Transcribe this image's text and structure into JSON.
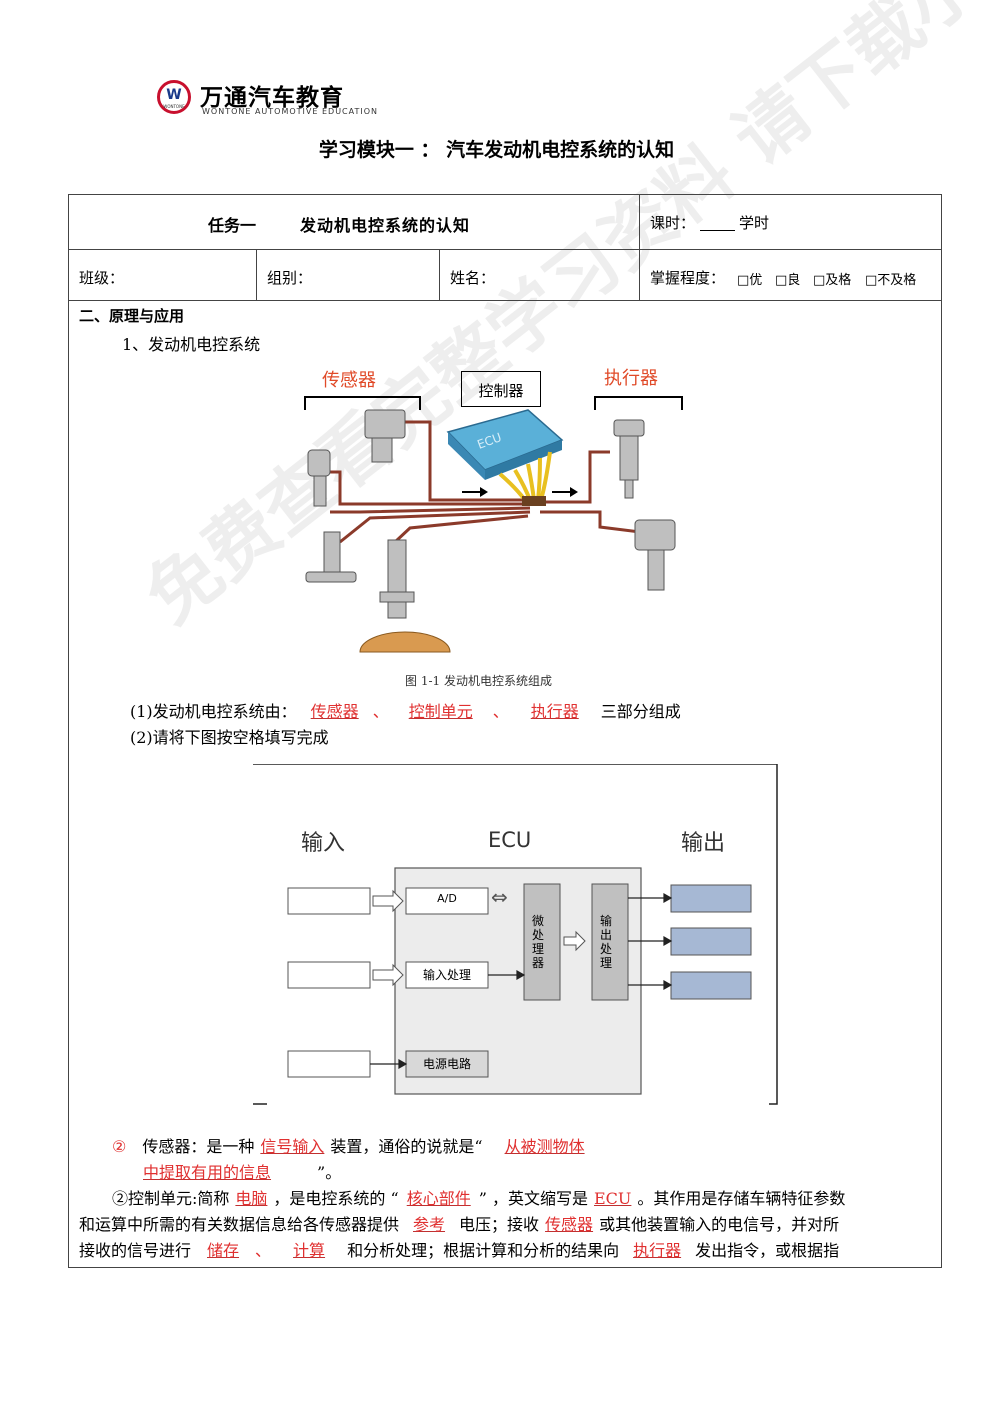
{
  "header": {
    "logo_cn": "万通汽车教育",
    "logo_en": "WONTONE AUTOMOTIVE EDUCATION",
    "logo_letter": "W",
    "logo_sub": "WONTONE"
  },
  "doc_title": "学习模块一 ： 汽车发动机电控系统的认知",
  "table": {
    "task_label": "任务一",
    "task_name": "发动机电控系统的认知",
    "hours_label": "课时：",
    "hours_unit": "学时",
    "class_label": "班级：",
    "group_label": "组别：",
    "name_label": "姓名：",
    "mastery_label": "掌握程度：",
    "mastery_options": [
      "□优",
      "□良",
      "□及格",
      "□不及格"
    ]
  },
  "section": {
    "heading": "二、原理与应用",
    "sub_heading": "1、发动机电控系统"
  },
  "figure1": {
    "sensor_label": "传感器",
    "controller_label": "控制器",
    "actuator_label": "执行器",
    "ecu_text": "ECU",
    "caption": "图 1-1 发动机电控系统组成"
  },
  "q1": {
    "prefix": "(1)发动机电控系统由：",
    "ans1": "传感器",
    "sep": "、",
    "ans2": "控制单元",
    "ans3": "执行器",
    "suffix": "三部分组成"
  },
  "q2": {
    "text": "(2)请将下图按空格填写完成"
  },
  "figure2": {
    "input_label": "输入",
    "ecu_label": "ECU",
    "output_label": "输出",
    "ad": "A/D",
    "input_proc": "输入处理",
    "power": "电源电路",
    "micro": "微处理器",
    "output_proc": "输出处理",
    "arrow_double": "⇔",
    "arrow_right": "⇨"
  },
  "p1": {
    "marker": "②",
    "text1": "传感器：是一种",
    "ans1": "信号输入",
    "text2": "装置，通俗的说就是“",
    "ans2a": "从被测物体",
    "ans2b": "中提取有用的信息",
    "text3": "”。"
  },
  "p2": {
    "line1_a": "②控制单元:简称",
    "ans_brain": "电脑",
    "line1_b": "，是电控系统的 “",
    "ans_core": "核心部件",
    "line1_c": "” ，英文缩写是",
    "ans_ecu": "ECU",
    "line1_d": "。其作用是存储车辆特征参数",
    "line2_a": "和运算中所需的有关数据信息给各传感器提供",
    "ans_ref": "参考",
    "line2_b": "电压；接收",
    "ans_sensor": "传感器",
    "line2_c": "或其他装置输入的电信号，并对所",
    "line3_a": "接收的信号进行",
    "ans_store": "储存",
    "line3_sep": "、",
    "ans_calc": "计算",
    "line3_b": "和分析处理；根据计算和分析的结果向",
    "ans_actuator": "执行器",
    "line3_c": "发出指令，或根据指"
  },
  "watermark": "免费查看完整学习资料 请下载小料APP"
}
